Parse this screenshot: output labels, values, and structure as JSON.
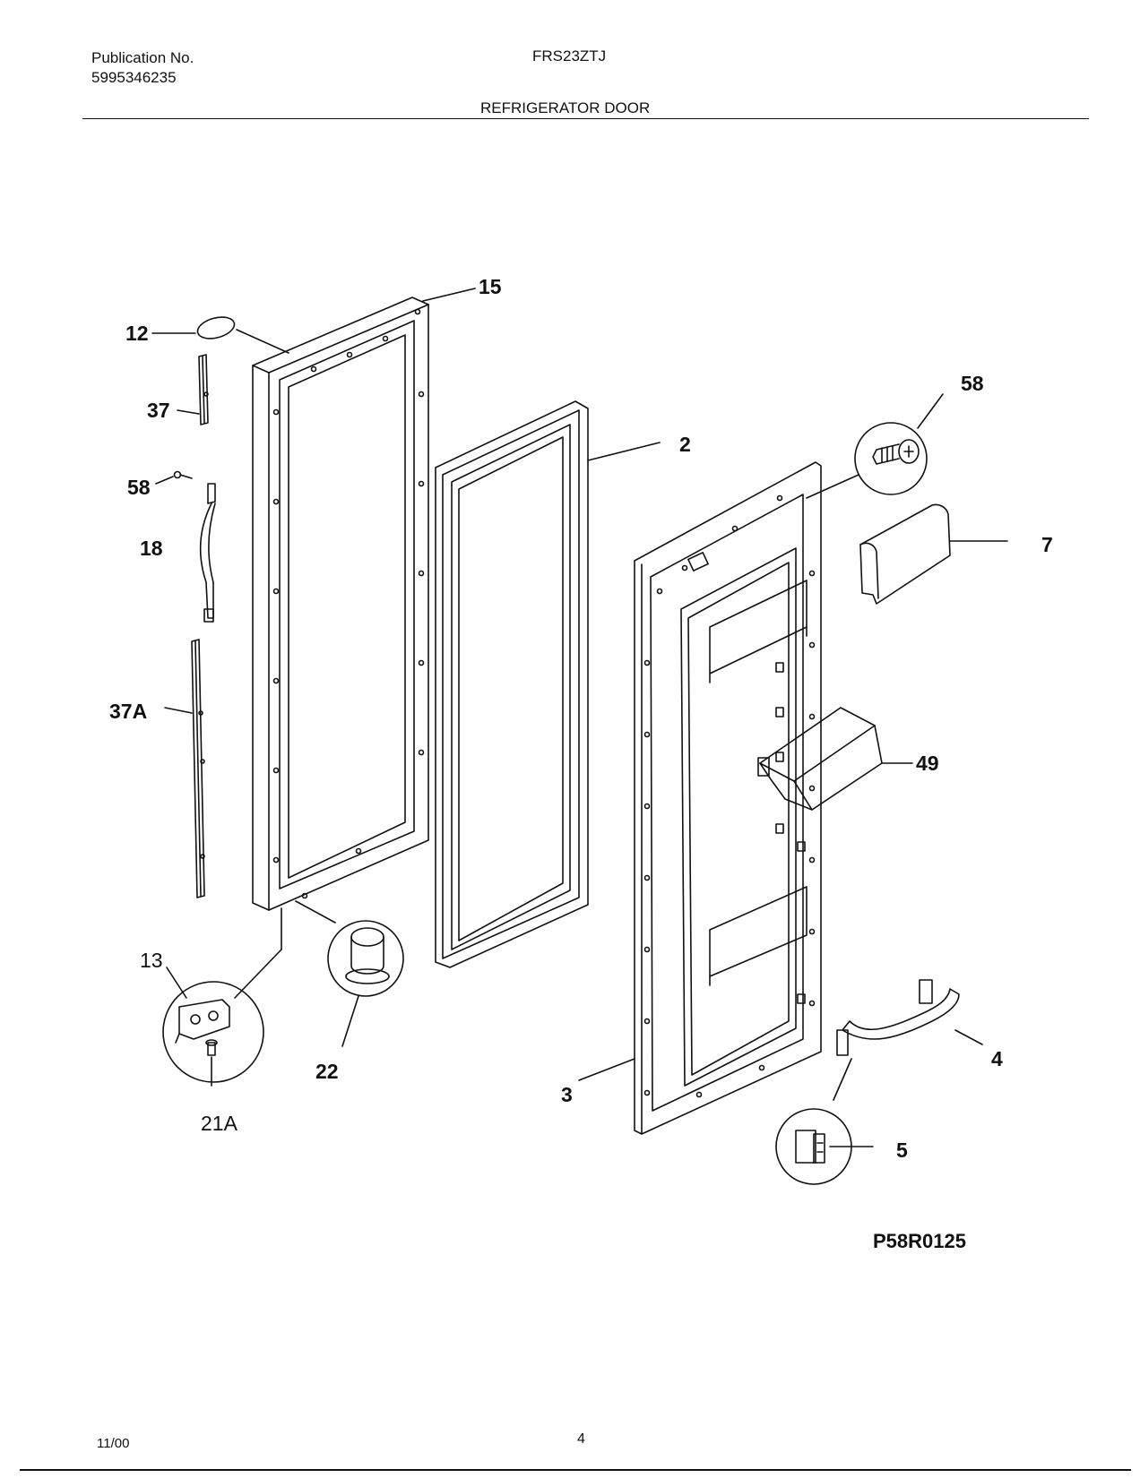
{
  "header": {
    "publication_label": "Publication No.",
    "publication_number": "5995346235",
    "model": "FRS23ZTJ",
    "section_title": "REFRIGERATOR DOOR"
  },
  "callouts": {
    "c15": "15",
    "c12": "12",
    "c37": "37",
    "c58_left": "58",
    "c18": "18",
    "c37A": "37A",
    "c13": "13",
    "c21A": "21A",
    "c22": "22",
    "c2": "2",
    "c58_right": "58",
    "c7": "7",
    "c49": "49",
    "c3": "3",
    "c4": "4",
    "c5": "5"
  },
  "diagram_code": "P58R0125",
  "footer": {
    "date": "11/00",
    "page": "4"
  }
}
